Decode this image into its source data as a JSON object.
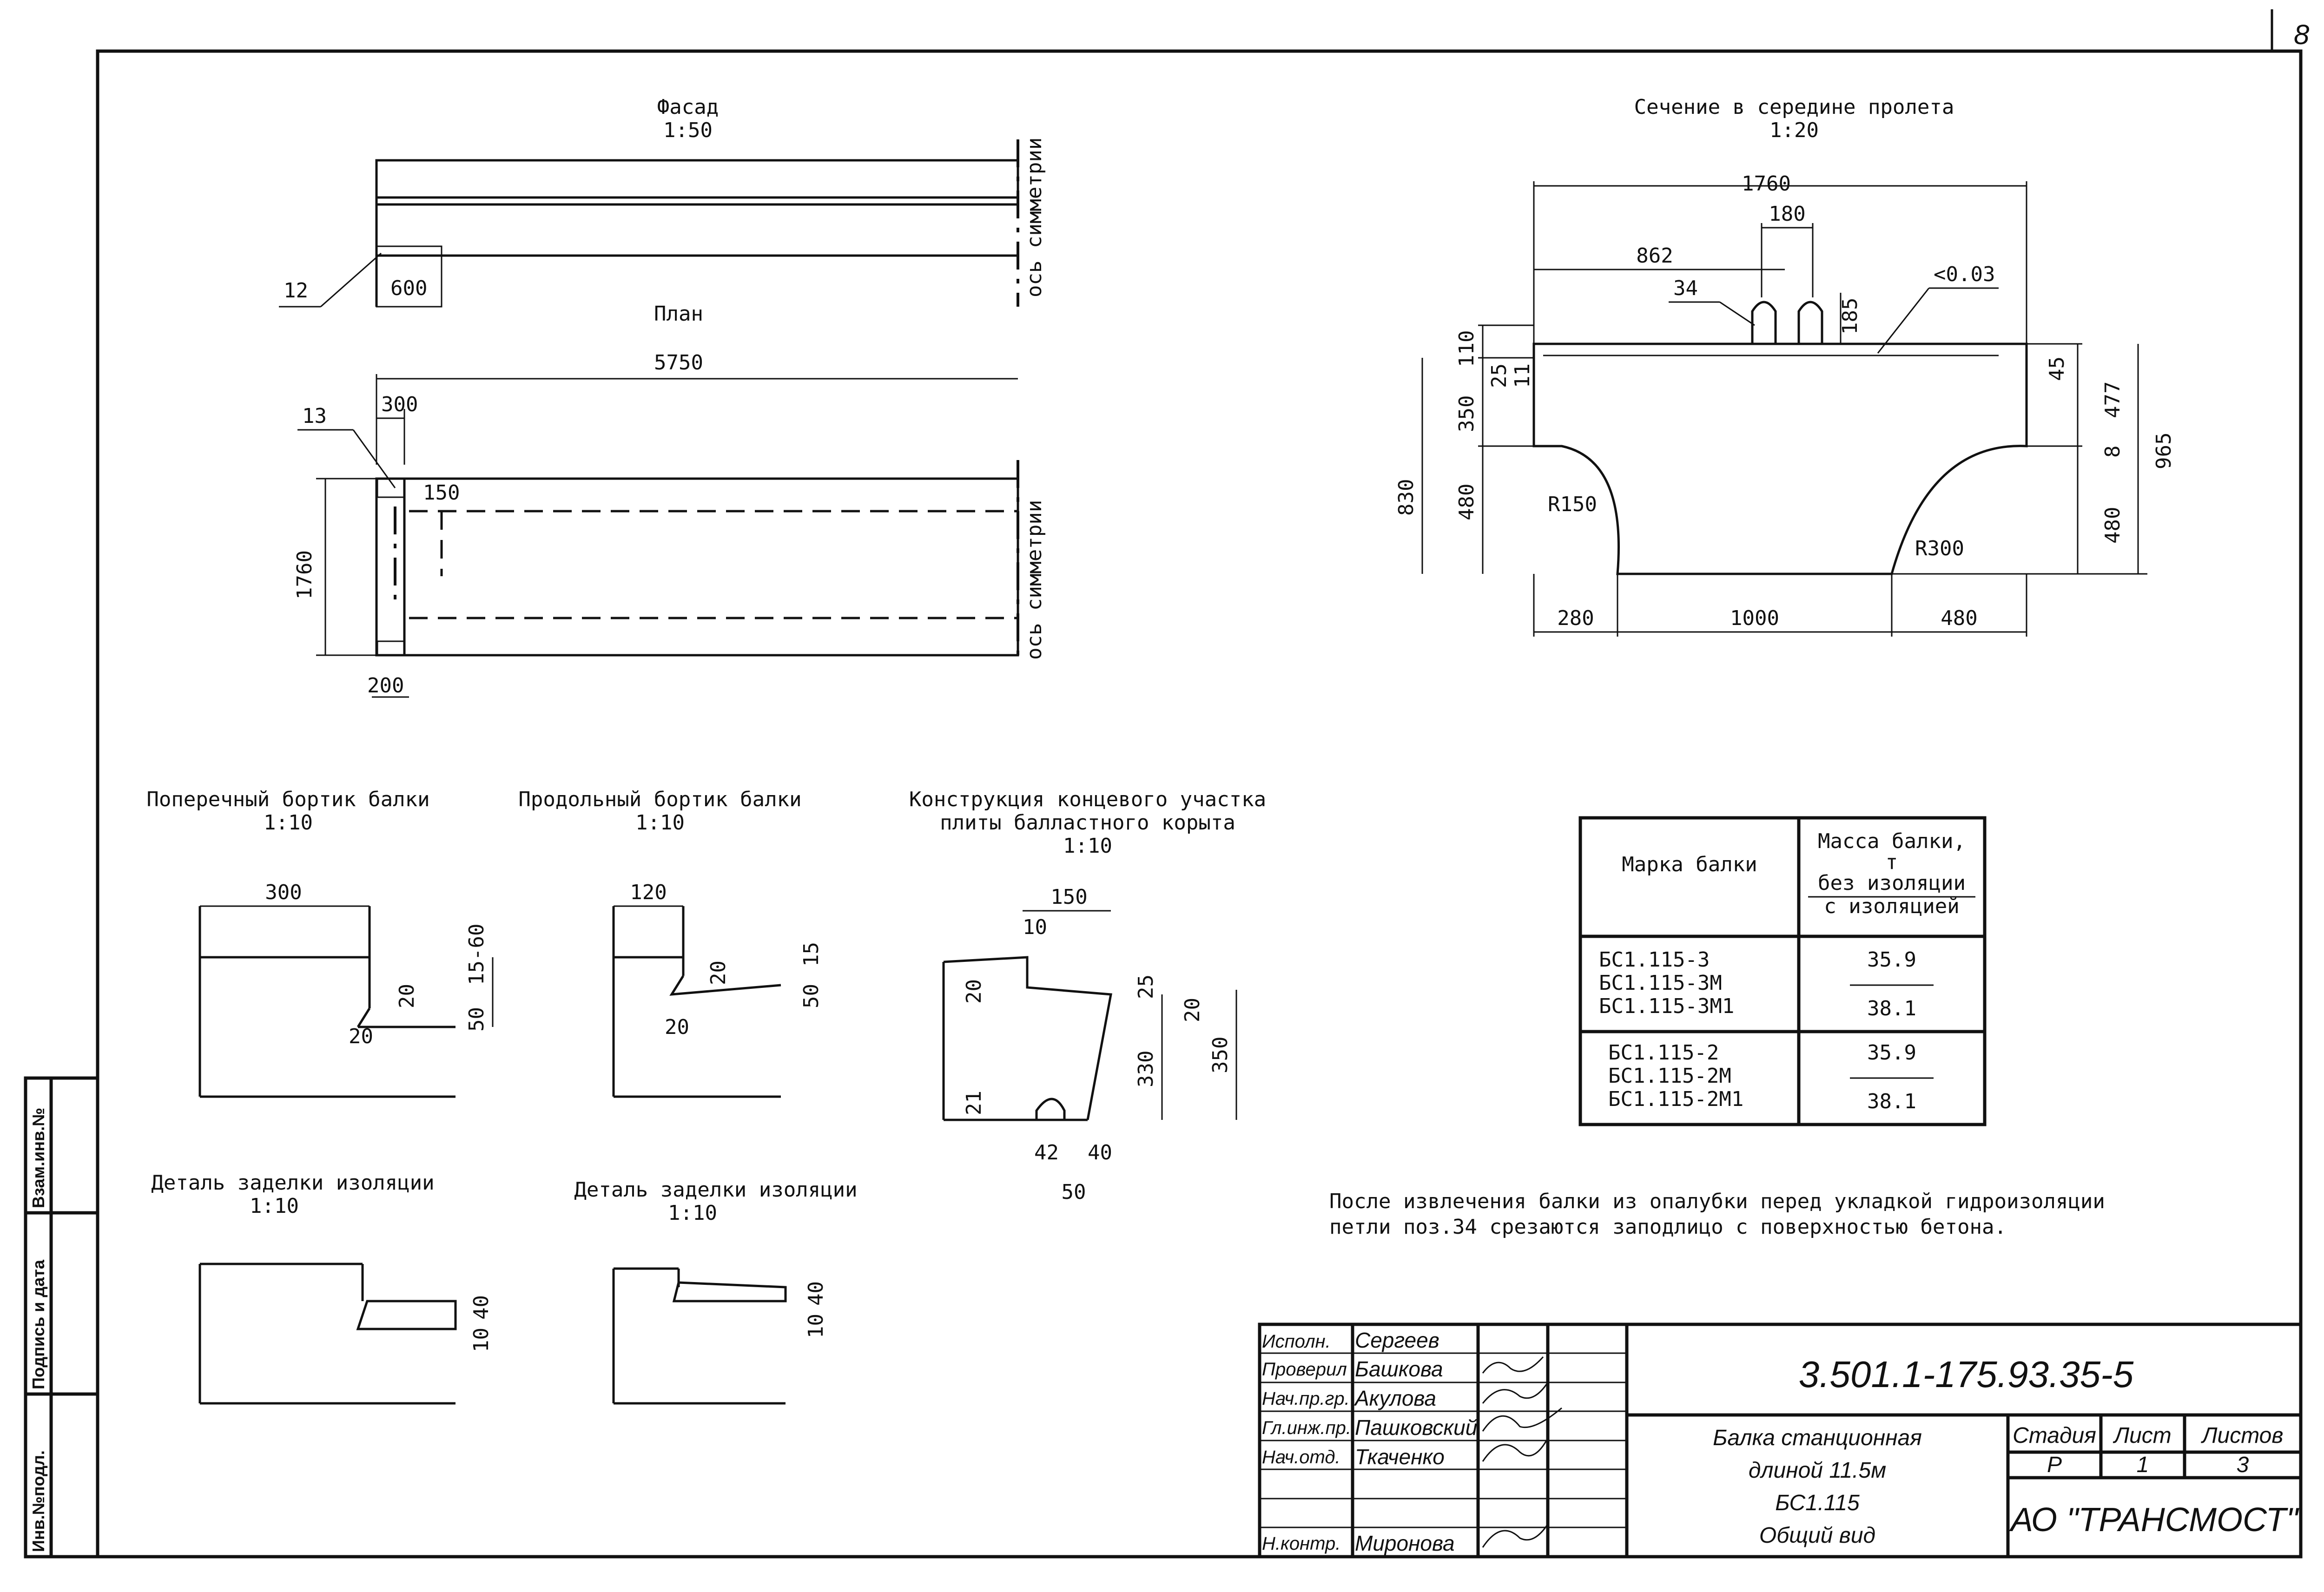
{
  "page_number": "8",
  "views": {
    "facade": {
      "title": "Фасад",
      "scale": "1:50",
      "dim_600": "600",
      "pos_12": "12",
      "axis_label": "ось симметрии"
    },
    "plan": {
      "title": "План",
      "dim_5750": "5750",
      "dim_300": "300",
      "dim_150": "150",
      "dim_1760": "1760",
      "dim_200": "200",
      "pos_13": "13",
      "axis_label": "ось симметрии"
    },
    "section": {
      "title": "Сечение в середине пролета",
      "scale": "1:20",
      "dim_1760": "1760",
      "dim_180": "180",
      "dim_862": "862",
      "pos_34": "34",
      "dim_185": "185",
      "slope": "<0.03",
      "dim_110": "110",
      "dim_25": "25",
      "dim_11": "11",
      "dim_350": "350",
      "dim_480_left": "480",
      "dim_830": "830",
      "r150": "R150",
      "r300": "R300",
      "dim_45": "45",
      "dim_477": "477",
      "dim_8": "8",
      "dim_965": "965",
      "dim_480_right": "480",
      "dim_280": "280",
      "dim_1000": "1000",
      "dim_480_bottom": "480"
    },
    "cross_edge": {
      "title": "Поперечный бортик балки",
      "scale": "1:10",
      "dim_300": "300",
      "dim_15_60": "15-60",
      "dim_20": "20",
      "dim_50": "50",
      "dim_20b": "20"
    },
    "long_edge": {
      "title": "Продольный бортик балки",
      "scale": "1:10",
      "dim_120": "120",
      "dim_20a": "20",
      "dim_15": "15",
      "dim_50": "50",
      "dim_20b": "20"
    },
    "end_section": {
      "title_line1": "Конструкция концевого участка",
      "title_line2": "плиты балластного корыта",
      "scale": "1:10",
      "dim_150": "150",
      "dim_10": "10",
      "dim_20": "20",
      "dim_25": "25",
      "dim_20b": "20",
      "dim_330": "330",
      "dim_350": "350",
      "dim_21": "21",
      "dim_42": "42",
      "dim_40": "40",
      "dim_50": "50"
    },
    "insulation_detail_1": {
      "title": "Деталь заделки изоляции",
      "scale": "1:10",
      "dim_40": "40",
      "dim_10": "10"
    },
    "insulation_detail_2": {
      "title": "Деталь заделки изоляции",
      "scale": "1:10",
      "dim_40": "40",
      "dim_10": "10"
    }
  },
  "mass_table": {
    "col1_header": "Марка балки",
    "col2_header_line1": "Масса балки,",
    "col2_header_line2": "т",
    "col2_header_line3": "без изоляции",
    "col2_header_line4": "с изоляцией",
    "groups": [
      {
        "marks": [
          "БС1.115-3",
          "БС1.115-3М",
          "БС1.115-3М1"
        ],
        "without": "35.9",
        "with": "38.1"
      },
      {
        "marks": [
          "БС1.115-2",
          "БС1.115-2М",
          "БС1.115-2М1"
        ],
        "without": "35.9",
        "with": "38.1"
      }
    ]
  },
  "note": {
    "line1": "После извлечения балки из опалубки перед укладкой гидроизоляции",
    "line2": "петли поз.34 срезаются заподлицо с поверхностью бетона."
  },
  "side_stamp": {
    "col1": "Инв.№подл.",
    "col2": "Подпись и дата",
    "col3": "Взам.инв.№"
  },
  "title_block": {
    "doc_code": "3.501.1-175.93.35-5",
    "rows": [
      {
        "role": "Исполн.",
        "name": "Сергеев"
      },
      {
        "role": "Проверил",
        "name": "Башкова"
      },
      {
        "role": "Нач.пр.гр.",
        "name": "Акулова"
      },
      {
        "role": "Гл.инж.пр.",
        "name": "Пашковский"
      },
      {
        "role": "Нач.отд.",
        "name": "Ткаченко"
      },
      {
        "role": "",
        "name": ""
      },
      {
        "role": "",
        "name": ""
      },
      {
        "role": "Н.контр.",
        "name": "Миронова"
      }
    ],
    "description_line1": "Балка станционная",
    "description_line2": "длиной 11.5м",
    "description_line3": "БС1.115",
    "description_line4": "Общий вид",
    "stage_label": "Стадия",
    "sheet_label": "Лист",
    "sheets_label": "Листов",
    "stage": "Р",
    "sheet": "1",
    "sheets": "3",
    "company": "АО \"ТРАНСМОСТ\""
  }
}
